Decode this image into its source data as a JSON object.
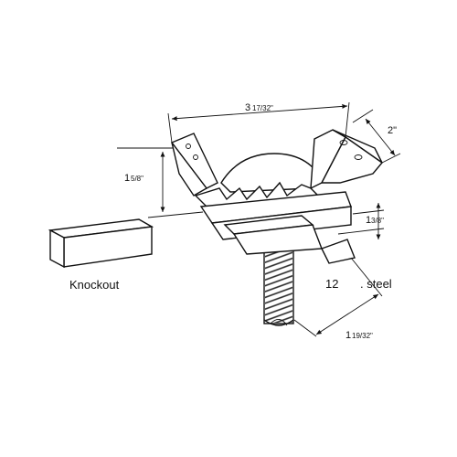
{
  "labels": {
    "width_top": "3",
    "width_top_frac": "17/32\"",
    "depth_right": "2\"",
    "height_left": "1",
    "height_left_frac": "5/8\"",
    "height_right": "1",
    "height_right_frac": "3/8\"",
    "bolt_length": "1",
    "bolt_length_frac": "19/32\"",
    "knockout": "Knockout",
    "gauge_num": "12",
    "gauge_text": ". steel"
  }
}
